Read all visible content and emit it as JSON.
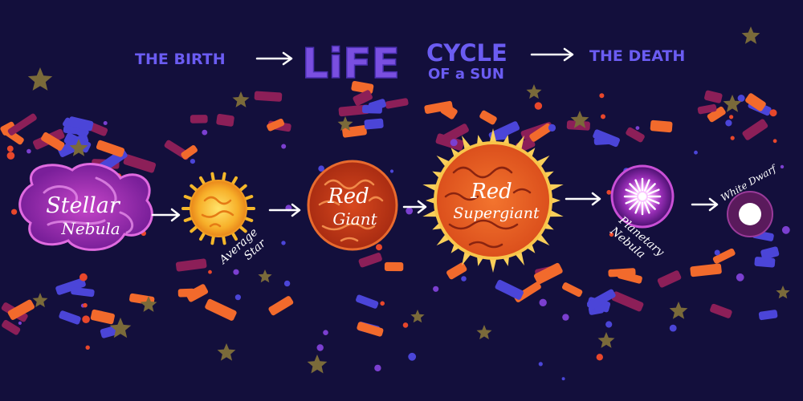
{
  "title": {
    "start": "THE BIRTH",
    "life": "LiFE",
    "cycle": "CYCLE",
    "of_a_sun": "OF a SUN",
    "end": "THE DEATH"
  },
  "stages": [
    {
      "line1": "Stellar",
      "line2": "Nebula"
    },
    {
      "line1": "Average",
      "line2": "Star"
    },
    {
      "line1": "Red",
      "line2": "Giant"
    },
    {
      "line1": "Red",
      "line2": "Supergiant"
    },
    {
      "line1": "Planetary",
      "line2": "Nebula"
    },
    {
      "line1": "White Dwarf"
    }
  ],
  "colors": {
    "background": "#130f3c",
    "title_blue": "#6b5cf2",
    "title_life": "#7a4fe0",
    "orange": "#f26a2c",
    "blue": "#4b45d8",
    "maroon": "#8c1f58",
    "star": "#7a6a3a",
    "dot_orange": "#e8472b",
    "dot_purple": "#7b3fd0"
  }
}
